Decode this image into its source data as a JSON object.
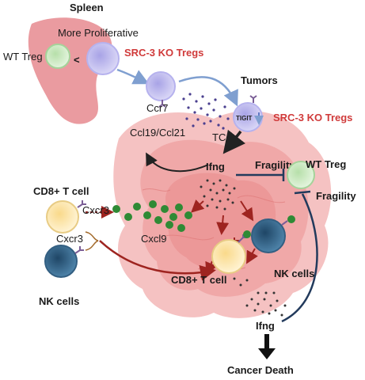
{
  "labels": {
    "spleen": "Spleen",
    "more_proliferative": "More Proliferative",
    "wt_treg_left": "WT Treg",
    "less_than": "<",
    "src3_ko_tregs_top": "SRC-3 KO Tregs",
    "ccr7": "Ccr7",
    "tumors": "Tumors",
    "tigit": "TIGIT",
    "src3_ko_tregs_mid": "SRC-3 KO Tregs",
    "ccl19_ccl21": "Ccl19/Ccl21",
    "tca": "TCA",
    "ifng_top": "Ifng",
    "fragility_1": "Fragility",
    "wt_treg_right": "WT Treg",
    "fragility_2": "Fragility",
    "cd8_t_cell_left": "CD8+ T cell",
    "cxcr3_1": "Cxcr3",
    "cxcr3_2": "Cxcr3",
    "cxcl9": "Cxcl9",
    "nk_cells_left": "NK cells",
    "cd8_t_cell_center": "CD8+ T cell",
    "nk_cells_center": "NK cells",
    "ifng_bottom": "Ifng",
    "cancer_death": "Cancer Death"
  },
  "colors": {
    "spleen": "#e6898f",
    "tumor_outer": "#f5c2c2",
    "tumor_inner": "#ee9f9f",
    "ko_treg": "#c9c6f2",
    "wt_treg": "#cfecc8",
    "cd8_cell": "#fde9b2",
    "nk_cell": "#3d6f95",
    "accent_red": "#d03a3a",
    "arrow_dark_red": "#9e2420",
    "navy": "#223a5c",
    "green_dot": "#2f8a35"
  }
}
